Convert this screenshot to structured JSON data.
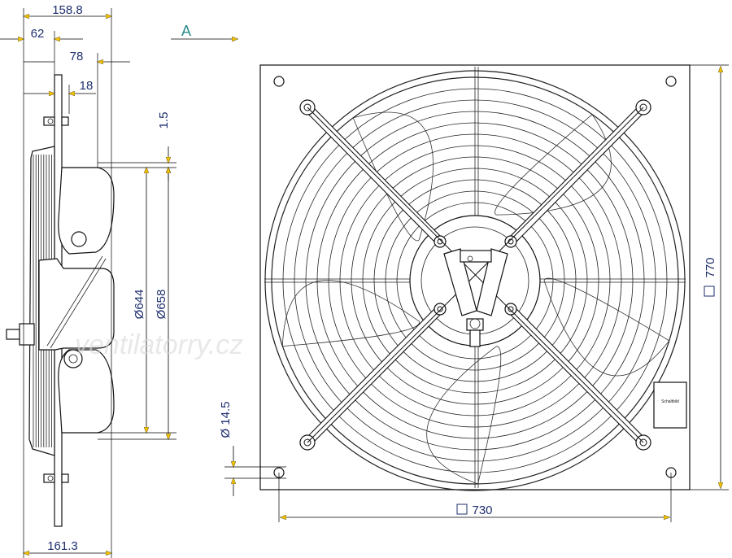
{
  "dimensions": {
    "side_total_depth": "158.8",
    "side_offset_62": "62",
    "side_offset_78": "78",
    "side_offset_18": "18",
    "side_offset_1_5": "1.5",
    "inner_diameter_644": "Ø644",
    "outer_diameter_658": "Ø658",
    "bottom_depth": "161.3",
    "view_marker": "A",
    "hole_diameter": "Ø 14.5",
    "plate_height": "770",
    "hole_spacing": "730"
  },
  "label_plate": {
    "text": "Schaltbild"
  },
  "watermark": {
    "text": "ventilatorry.cz"
  },
  "colors": {
    "dimension_text": "#1f2f6e",
    "arrow_fill": "#f0c000",
    "view_marker": "#2a8a8a",
    "line": "#111111"
  }
}
